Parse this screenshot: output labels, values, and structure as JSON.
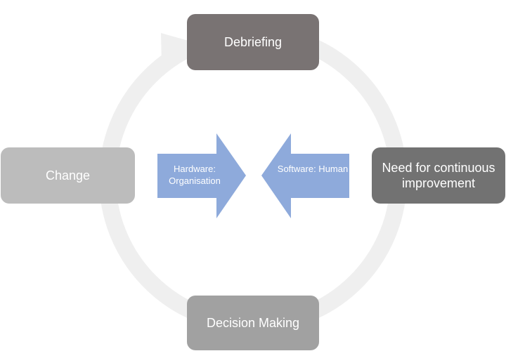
{
  "diagram": {
    "nodes": {
      "top": "Debriefing",
      "right": "Need for continuous improvement",
      "bottom": "Decision Making",
      "left": "Change"
    },
    "center_arrows": {
      "left": "Hardware: Organisation",
      "right": "Software: Human"
    },
    "colors": {
      "top_box": "#797373",
      "right_box": "#727272",
      "bottom_box": "#a1a1a1",
      "left_box": "#bcbcbc",
      "cycle_ring": "#efefef",
      "center_arrow": "#8eaadb"
    }
  }
}
